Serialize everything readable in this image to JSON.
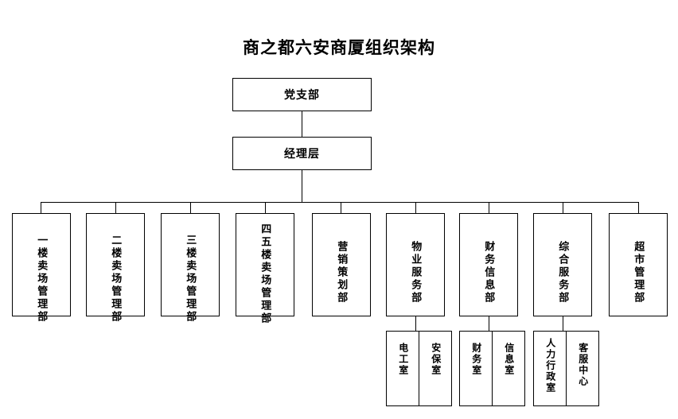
{
  "title": "商之都六安商厦组织架构",
  "top_nodes": [
    {
      "id": "party-branch",
      "label": "党支部"
    },
    {
      "id": "management",
      "label": "经理层"
    }
  ],
  "departments": [
    {
      "id": "floor1-sales",
      "label": "一楼卖场管理部"
    },
    {
      "id": "floor2-sales",
      "label": "二楼卖场管理部"
    },
    {
      "id": "floor3-sales",
      "label": "三楼卖场管理部"
    },
    {
      "id": "floor45-sales",
      "label": "四五楼卖场管理部"
    },
    {
      "id": "marketing-planning",
      "label": "营销策划部"
    },
    {
      "id": "property-service",
      "label": "物业服务部"
    },
    {
      "id": "finance-information",
      "label": "财务信息部"
    },
    {
      "id": "general-service",
      "label": "综合服务部"
    },
    {
      "id": "supermarket-management",
      "label": "超市管理部"
    }
  ],
  "sub_units": [
    {
      "id": "electrician-room",
      "label": "电工室"
    },
    {
      "id": "security-room",
      "label": "安保室"
    },
    {
      "id": "finance-room",
      "label": "财务室"
    },
    {
      "id": "information-room",
      "label": "信息室"
    },
    {
      "id": "hr-admin-room",
      "label": "人力行政室"
    },
    {
      "id": "customer-service-center",
      "label": "客服中心"
    }
  ],
  "colors": {
    "line": "#000000",
    "box_fill": "#ffffff",
    "text": "#000000",
    "background": "#ffffff"
  }
}
